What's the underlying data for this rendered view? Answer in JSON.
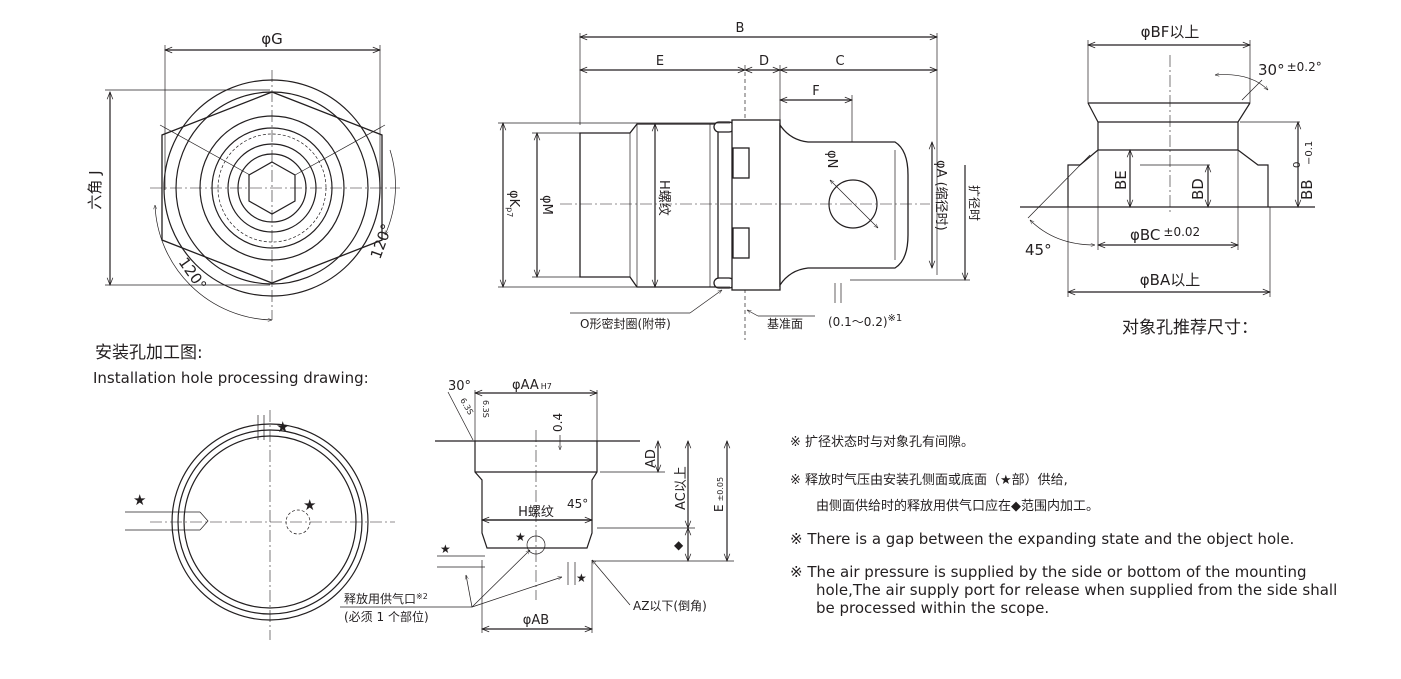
{
  "top_view": {
    "dim_G": "φG",
    "hex_J": "六角 J",
    "angle_left": "120°",
    "angle_right": "120°"
  },
  "side_view": {
    "dim_B": "B",
    "dim_E": "E",
    "dim_D": "D",
    "dim_C": "C",
    "dim_F": "F",
    "dim_K": "φK",
    "dim_K_tol": "p7",
    "dim_M": "φM",
    "thread_H": "H螺纹",
    "dim_N": "φN",
    "dim_A": "φA (缩径时)",
    "expanded": "扩径时",
    "o_ring": "O形密封圈(附带)",
    "datum": "基准面",
    "gap": "(0.1～0.2)",
    "gap_note": "※1"
  },
  "target_hole": {
    "dim_BF": "φBF以上",
    "angle_30": "30°",
    "angle_30_tol": "±0.2°",
    "dim_BB": "BB",
    "dim_BB_tol_upper": "0",
    "dim_BB_tol_lower": "−0.1",
    "dim_BE": "BE",
    "dim_BD": "BD",
    "dim_BC": "φBC",
    "dim_BC_tol": "±0.02",
    "angle_45": "45°",
    "dim_BA": "φBA以上",
    "caption": "对象孔推荐尺寸："
  },
  "install": {
    "title_cn": "安装孔加工图:",
    "title_en": "Installation hole processing drawing:",
    "star": "★",
    "angle_30": "30°",
    "roughness": "6.3S",
    "dim_AA": "φAA",
    "dim_AA_tol": "H7",
    "dim_04": "0.4",
    "dim_AD": "AD",
    "dim_AC": "AC以上",
    "dim_E": "E",
    "dim_E_tol": "±0.05",
    "angle_45": "45°",
    "thread_H": "H螺纹",
    "diamond": "◆",
    "port": "释放用供气口",
    "port_note": "※2",
    "port_sub": "(必须 1 个部位)",
    "chamfer": "AZ以下(倒角)",
    "dim_AB": "φAB"
  },
  "notes": [
    "※ 扩径状态时与对象孔有间隙。",
    "※ 释放时气压由安装孔侧面或底面（★部）供给,",
    "由侧面供给时的释放用供气口应在◆范围内加工。",
    "※ There is a gap between the expanding state and the object hole.",
    "※ The air pressure is supplied by the side or bottom of the mounting",
    "hole,The air supply port for release when supplied from the side shall",
    "be processed within the scope."
  ]
}
